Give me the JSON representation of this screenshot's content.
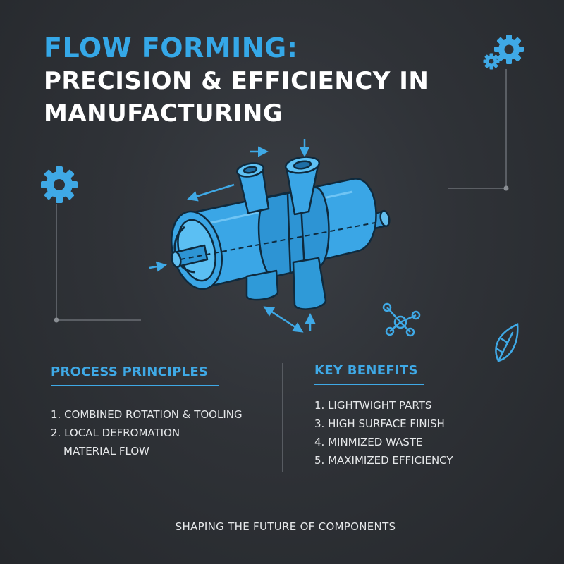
{
  "title": {
    "line1": "FLOW FORMING:",
    "line2": "PRECISION & EFFICIENCY IN",
    "line3": "MANUFACTURING"
  },
  "illustration": {
    "subject": "flow forming machine part",
    "accent": "#35a8e8"
  },
  "icons": [
    "gear-icon",
    "gear-icon",
    "molecule-icon",
    "leaf-icon"
  ],
  "process_principles": {
    "heading": "PROCESS PRINCIPLES",
    "items": [
      "1. COMBINED ROTATION & TOOLING",
      "2. LOCAL DEFROMATION",
      "MATERIAL FLOW"
    ]
  },
  "key_benefits": {
    "heading": "KEY BENEFITS",
    "items": [
      "1. LIGHTWIGHT PARTS",
      "3. HIGH SURFACE FINISH",
      "4. MINMIZED WASTE",
      "5. MAXIMIZED EFFICIENCY"
    ]
  },
  "footer": "SHAPING THE FUTURE OF COMPONENTS",
  "colors": {
    "background": "#2e3136",
    "accent": "#35a8e8",
    "text": "#ffffff"
  }
}
